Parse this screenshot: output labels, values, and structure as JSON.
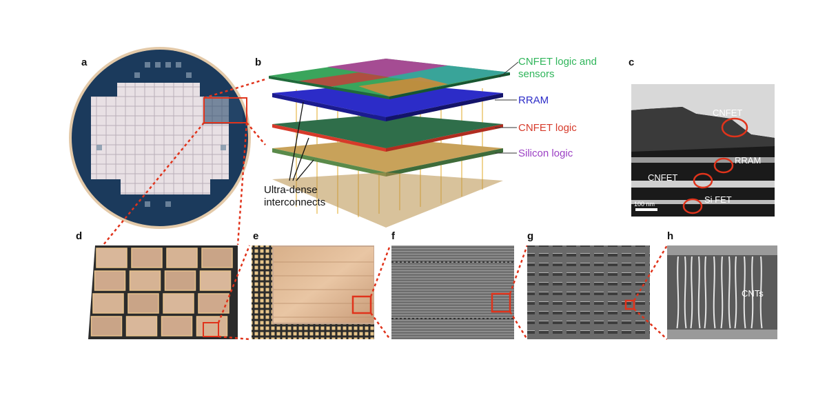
{
  "panels": {
    "a": "a",
    "b": "b",
    "c": "c",
    "d": "d",
    "e": "e",
    "f": "f",
    "g": "g",
    "h": "h"
  },
  "layers": [
    {
      "label": "CNFET logic and",
      "label2": "sensors",
      "color": "#2fb55a"
    },
    {
      "label": "RRAM",
      "label2": "",
      "color": "#2c2cc8"
    },
    {
      "label": "CNFET logic",
      "label2": "",
      "color": "#d63a2a"
    },
    {
      "label": "Silicon logic",
      "label2": "",
      "color": "#9b3fc4"
    }
  ],
  "interconnect_label": {
    "line1": "Ultra-dense",
    "line2": "interconnects"
  },
  "cross_section": {
    "cnfet_top": "CNFET",
    "rram": "RRAM",
    "cnfet_bottom": "CNFET",
    "si_fet": "Si FET",
    "scale_bar": "100 nm"
  },
  "cnt_label": "CNTs",
  "colors": {
    "zoom_box": "#e0331b",
    "wafer_bg": "#1b3a5c",
    "sem_gray": "#777777"
  }
}
